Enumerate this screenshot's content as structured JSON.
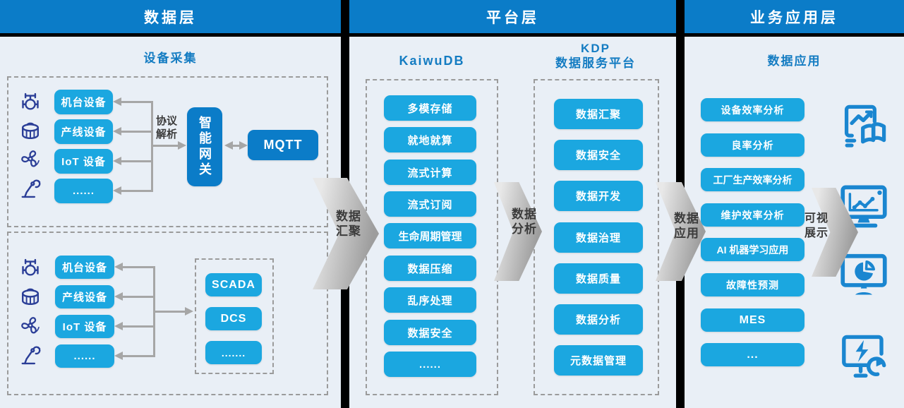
{
  "layers": [
    {
      "title": "数据层"
    },
    {
      "title": "平台层"
    },
    {
      "title": "业务应用层"
    }
  ],
  "colors": {
    "header_blue": "#0b7cc8",
    "box_blue": "#1ba7e0",
    "dark_box_blue": "#0b7cc8",
    "background": "#e9eff6",
    "divider_black": "#000000",
    "device_icon_navy": "#2b3e97",
    "app_icon_blue": "#1a86d0",
    "connector_gray": "#a6a6a6",
    "title_blue": "#147cc2"
  },
  "data_layer": {
    "section_title": "设备采集",
    "device_icons": [
      "valve-icon",
      "rotary-machine-icon",
      "fan-icon",
      "robot-arm-icon"
    ],
    "group_top": {
      "devices": [
        "机台设备",
        "产线设备",
        "IoT 设备",
        "......"
      ],
      "protocol": {
        "l1": "协议",
        "l2": "解析"
      },
      "gateway_label": "智能网关",
      "mqtt_label": "MQTT"
    },
    "group_bottom": {
      "devices": [
        "机台设备",
        "产线设备",
        "IoT 设备",
        "......"
      ],
      "systems": [
        "SCADA",
        "DCS",
        "......."
      ]
    }
  },
  "platform_layer": {
    "kaiwudb": {
      "title": "KaiwuDB",
      "items": [
        "多模存储",
        "就地就算",
        "流式计算",
        "流式订阅",
        "生命周期管理",
        "数据压缩",
        "乱序处理",
        "数据安全",
        "......"
      ]
    },
    "kdp": {
      "title_l1": "KDP",
      "title_l2": "数据服务平台",
      "items": [
        "数据汇聚",
        "数据安全",
        "数据开发",
        "数据治理",
        "数据质量",
        "数据分析",
        "元数据管理"
      ]
    }
  },
  "application_layer": {
    "section_title": "数据应用",
    "items": [
      "设备效率分析",
      "良率分析",
      "工厂生产效率分析",
      "维护效率分析",
      "AI 机器学习应用",
      "故障性预测",
      "MES",
      "..."
    ],
    "icons": [
      "report-analytics-icon",
      "monitor-line-chart-icon",
      "monitor-pie-chart-icon",
      "monitor-energy-gauge-icon"
    ]
  },
  "flows": [
    {
      "l1": "数据",
      "l2": "汇聚"
    },
    {
      "l1": "数据",
      "l2": "分析"
    },
    {
      "l1": "数据",
      "l2": "应用"
    },
    {
      "l1": "可视",
      "l2": "展示"
    }
  ]
}
